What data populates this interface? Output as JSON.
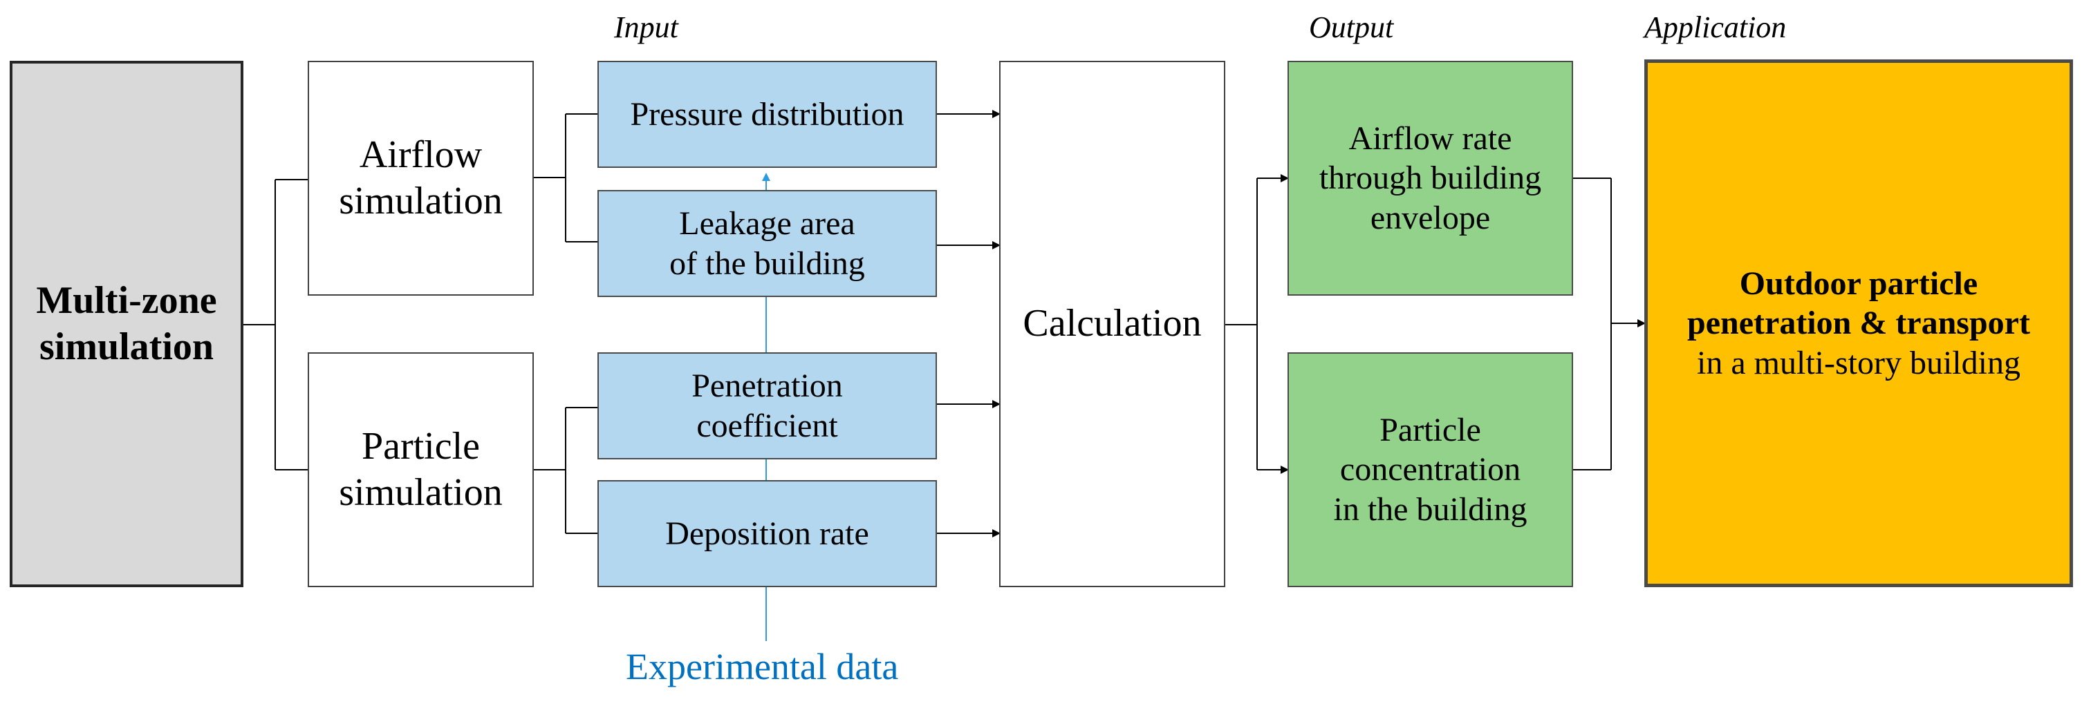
{
  "headers": {
    "input": "Input",
    "output": "Output",
    "application": "Application"
  },
  "multizone": {
    "line1": "Multi-zone",
    "line2": "simulation"
  },
  "airflow_sim": {
    "line1": "Airflow",
    "line2": "simulation"
  },
  "particle_sim": {
    "line1": "Particle",
    "line2": "simulation"
  },
  "inputs": {
    "pressure": "Pressure distribution",
    "leakage_line1": "Leakage area",
    "leakage_line2": "of the building",
    "penetration_line1": "Penetration",
    "penetration_line2": "coefficient",
    "deposition": "Deposition rate"
  },
  "calculation": "Calculation",
  "outputs": {
    "airflow_line1": "Airflow rate",
    "airflow_line2": "through building",
    "airflow_line3": "envelope",
    "particle_line1": "Particle",
    "particle_line2": "concentration",
    "particle_line3": "in the building"
  },
  "application": {
    "line1": "Outdoor particle",
    "line2": "penetration & transport",
    "line3": "in a multi-story building"
  },
  "experimental": "Experimental data",
  "colors": {
    "input_fill": "#b4d7f0",
    "output_fill": "#92d28a",
    "application_fill": "#ffc000",
    "multizone_fill": "#d9d9d9",
    "experimental": "#0070c0"
  }
}
